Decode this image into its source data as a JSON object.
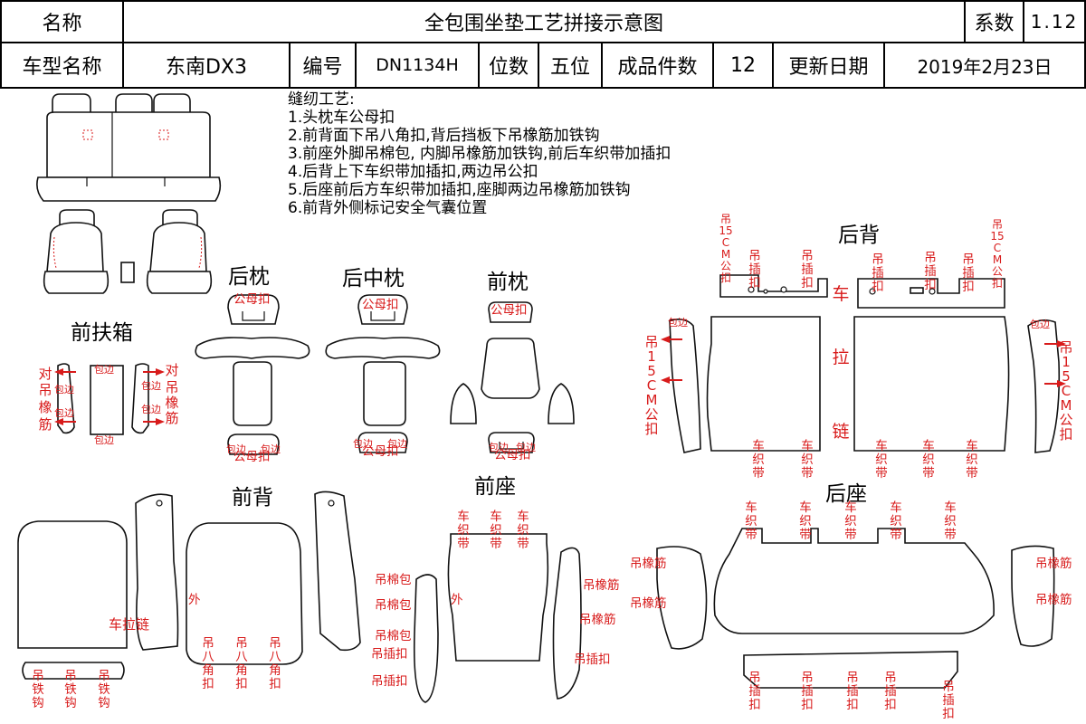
{
  "header": {
    "name_label": "名称",
    "doc_title": "全包围坐垫工艺拼接示意图",
    "coef_label": "系数",
    "coef_value": "1.12",
    "model_label": "车型名称",
    "model_value": "东南DX3",
    "code_label": "编号",
    "code_value": "DN1134H",
    "seats_label": "位数",
    "seats_value": "五位",
    "pieces_label": "成品件数",
    "pieces_value": "12",
    "update_label": "更新日期",
    "update_value": "2019年2月23日"
  },
  "notes": {
    "heading": "缝纫工艺:",
    "lines": [
      "1.头枕车公母扣",
      "2.前背面下吊八角扣,背后挡板下吊橡筋加铁钩",
      "3.前座外脚吊棉包, 内脚吊橡筋加铁钩,前后车织带加插扣",
      "4.后背上下车织带加插扣,两边吊公扣",
      "5.后座前后方车织带加插扣,座脚两边吊橡筋加铁钩",
      "6.前背外侧标记安全气囊位置"
    ]
  },
  "sections": {
    "rear_headrest": "后枕",
    "rear_mid_headrest": "后中枕",
    "front_headrest": "前枕",
    "front_armrest": "前扶箱",
    "front_back": "前背",
    "front_seat": "前座",
    "rear_back": "后背",
    "rear_seat": "后座"
  },
  "labels": {
    "snap_mf": "公母扣",
    "binding": "包边",
    "dui": "对",
    "diao_xiangjin": "吊橡筋",
    "diao": "吊",
    "xiang": "橡",
    "jin": "筋",
    "zipper_sew": "车拉链",
    "wai": "外",
    "diao_tiegou": "吊铁钩",
    "diao_bajiaokou": "吊八角扣",
    "che_zhidai": "车织带",
    "diao_mianbao": "吊棉包",
    "diao_chakou": "吊插扣",
    "diao_15cm": "吊15CM公扣",
    "che": "车",
    "la": "拉",
    "lian": "链"
  }
}
